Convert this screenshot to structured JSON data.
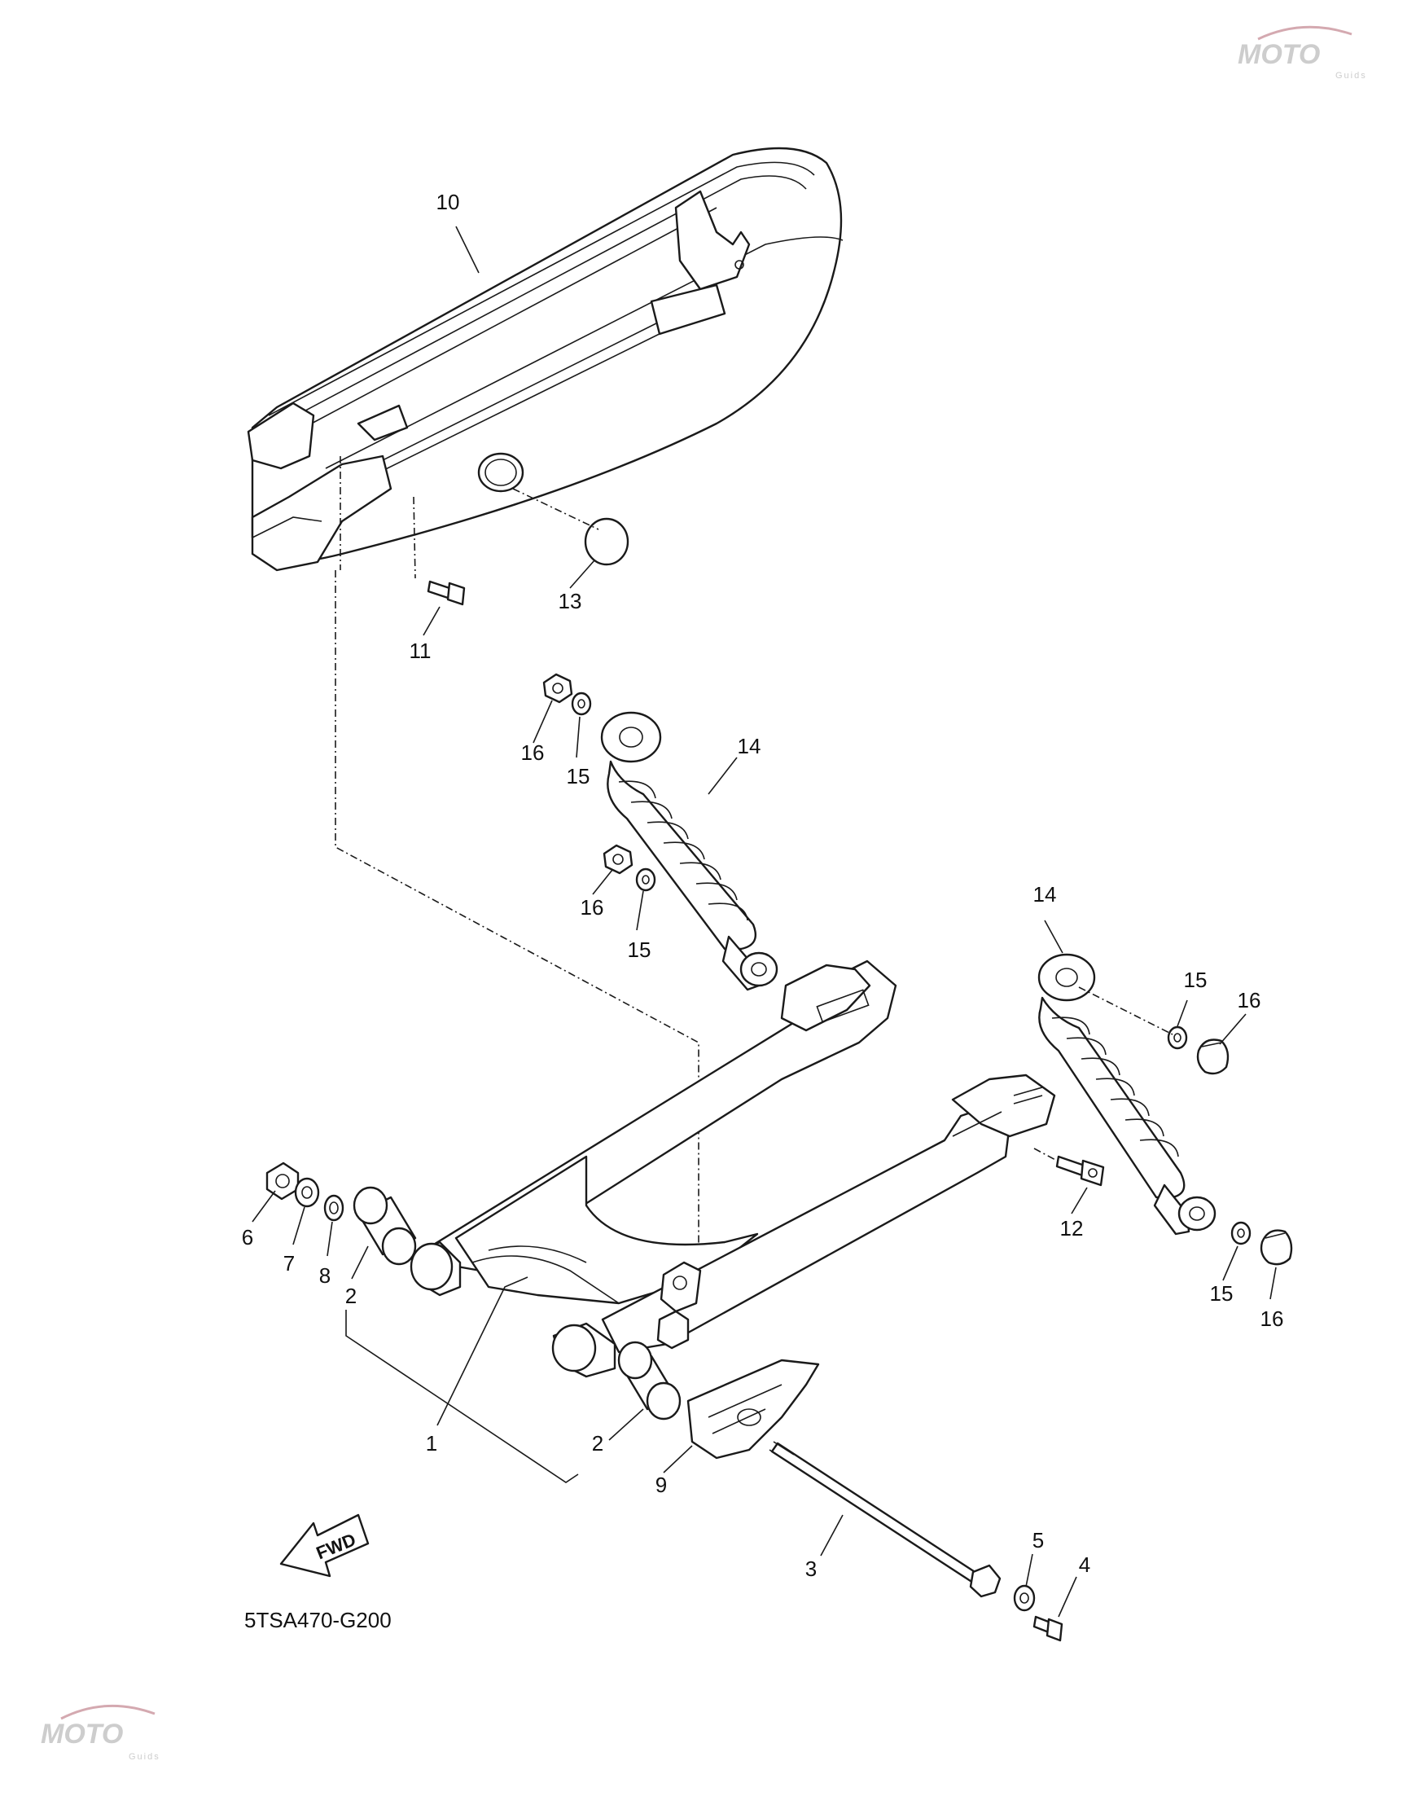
{
  "diagram": {
    "code": "5TSA470-G200",
    "fwd_label": "FWD",
    "parts": [
      {
        "id": "p1",
        "label": "1"
      },
      {
        "id": "p2a",
        "label": "2"
      },
      {
        "id": "p2b",
        "label": "2"
      },
      {
        "id": "p3",
        "label": "3"
      },
      {
        "id": "p4",
        "label": "4"
      },
      {
        "id": "p5",
        "label": "5"
      },
      {
        "id": "p6",
        "label": "6"
      },
      {
        "id": "p7",
        "label": "7"
      },
      {
        "id": "p8",
        "label": "8"
      },
      {
        "id": "p9",
        "label": "9"
      },
      {
        "id": "p10",
        "label": "10"
      },
      {
        "id": "p11",
        "label": "11"
      },
      {
        "id": "p12",
        "label": "12"
      },
      {
        "id": "p13",
        "label": "13"
      },
      {
        "id": "p14a",
        "label": "14"
      },
      {
        "id": "p14b",
        "label": "14"
      },
      {
        "id": "p15a",
        "label": "15"
      },
      {
        "id": "p15b",
        "label": "15"
      },
      {
        "id": "p15c",
        "label": "15"
      },
      {
        "id": "p15d",
        "label": "15"
      },
      {
        "id": "p16a",
        "label": "16"
      },
      {
        "id": "p16b",
        "label": "16"
      },
      {
        "id": "p16c",
        "label": "16"
      },
      {
        "id": "p16d",
        "label": "16"
      }
    ]
  },
  "watermark": {
    "brand": "MOTO",
    "sub": "Guids"
  }
}
